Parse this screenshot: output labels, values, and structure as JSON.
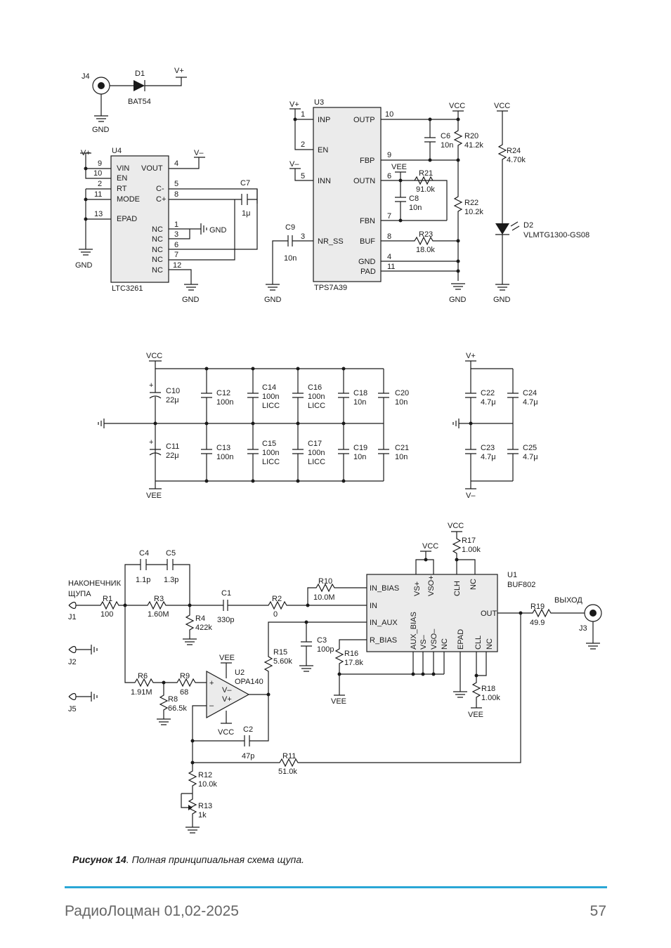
{
  "ic": {
    "u4": {
      "ref": "U4",
      "part": "LTC3261",
      "pins_left": [
        "VIN",
        "EN",
        "RT",
        "MODE",
        "EPAD"
      ],
      "pins_right": [
        "VOUT",
        "C-",
        "C+",
        "NC",
        "NC",
        "NC",
        "NC",
        "NC"
      ],
      "pin_nums_left": [
        "9",
        "10",
        "2",
        "11",
        "13"
      ],
      "pin_nums_right": [
        "4",
        "5",
        "8",
        "1",
        "3",
        "6",
        "7",
        "12"
      ]
    },
    "u3": {
      "ref": "U3",
      "part": "TPS7A39",
      "pins_left": [
        "INP",
        "EN",
        "INN",
        "NR_SS"
      ],
      "pins_right": [
        "OUTP",
        "FBP",
        "OUTN",
        "FBN",
        "BUF",
        "GND",
        "PAD"
      ],
      "pin_nums_left": [
        "1",
        "2",
        "5",
        "3"
      ],
      "pin_nums_right": [
        "10",
        "9",
        "6",
        "7",
        "8",
        "4",
        "11"
      ]
    },
    "u1": {
      "ref": "U1",
      "part": "BUF802",
      "pins_left": [
        "IN_BIAS",
        "IN",
        "IN_AUX",
        "R_BIAS"
      ],
      "pin_out": "OUT",
      "pins_top": [
        "VS+",
        "VSO+",
        "CLH",
        "NC"
      ],
      "pins_bottom": [
        "AUX_BIAS",
        "VS–",
        "VSO–",
        "NC",
        "EPAD",
        "CLL",
        "NC"
      ]
    },
    "u2": {
      "ref": "U2",
      "part": "OPA140",
      "pins": [
        "+",
        "–",
        "V–",
        "V+"
      ]
    }
  },
  "rails": {
    "vplus": "V+",
    "vminus": "V–",
    "vcc": "VCC",
    "vee": "VEE",
    "gnd": "GND"
  },
  "connectors": {
    "j4": "J4",
    "j1": "J1",
    "j2": "J2",
    "j5": "J5",
    "j3": "J3"
  },
  "labels": {
    "probe_tip_1": "НАКОНЕЧНИК",
    "probe_tip_2": "ЩУПА",
    "output": "ВЫХОД"
  },
  "parts": {
    "d1": {
      "ref": "D1",
      "value": "BAT54"
    },
    "d2": {
      "ref": "D2",
      "value": "VLMTG1300-GS08"
    },
    "c7": {
      "ref": "C7",
      "value": "1μ"
    },
    "c9": {
      "ref": "C9",
      "value": "10n"
    },
    "c6": {
      "ref": "C6",
      "value": "10n"
    },
    "c8": {
      "ref": "C8",
      "value": "10n"
    },
    "r20": {
      "ref": "R20",
      "value": "41.2k"
    },
    "r21": {
      "ref": "R21",
      "value": "91.0k"
    },
    "r22": {
      "ref": "R22",
      "value": "10.2k"
    },
    "r23": {
      "ref": "R23",
      "value": "18.0k"
    },
    "r24": {
      "ref": "R24",
      "value": "4.70k"
    },
    "c10": {
      "ref": "C10",
      "value": "22μ"
    },
    "c11": {
      "ref": "C11",
      "value": "22μ"
    },
    "c12": {
      "ref": "C12",
      "value": "100n"
    },
    "c13": {
      "ref": "C13",
      "value": "100n"
    },
    "c14": {
      "ref": "C14",
      "value": "100n",
      "note": "LICC"
    },
    "c15": {
      "ref": "C15",
      "value": "100n",
      "note": "LICC"
    },
    "c16": {
      "ref": "C16",
      "value": "100n",
      "note": "LICC"
    },
    "c17": {
      "ref": "C17",
      "value": "100n",
      "note": "LICC"
    },
    "c18": {
      "ref": "C18",
      "value": "10n"
    },
    "c19": {
      "ref": "C19",
      "value": "10n"
    },
    "c20": {
      "ref": "C20",
      "value": "10n"
    },
    "c21": {
      "ref": "C21",
      "value": "10n"
    },
    "c22": {
      "ref": "C22",
      "value": "4.7μ"
    },
    "c23": {
      "ref": "C23",
      "value": "4.7μ"
    },
    "c24": {
      "ref": "C24",
      "value": "4.7μ"
    },
    "c25": {
      "ref": "C25",
      "value": "4.7μ"
    },
    "c4": {
      "ref": "C4",
      "value": "1.1p"
    },
    "c5": {
      "ref": "C5",
      "value": "1.3p"
    },
    "r1": {
      "ref": "R1",
      "value": "100"
    },
    "r3": {
      "ref": "R3",
      "value": "1.60M"
    },
    "r4": {
      "ref": "R4",
      "value": "422k"
    },
    "c1": {
      "ref": "C1",
      "value": "330p"
    },
    "r2": {
      "ref": "R2",
      "value": "0"
    },
    "r10": {
      "ref": "R10",
      "value": "10.0M"
    },
    "c3": {
      "ref": "C3",
      "value": "100p"
    },
    "r16": {
      "ref": "R16",
      "value": "17.8k"
    },
    "r15": {
      "ref": "R15",
      "value": "5.60k"
    },
    "r17": {
      "ref": "R17",
      "value": "1.00k"
    },
    "r18": {
      "ref": "R18",
      "value": "1.00k"
    },
    "r19": {
      "ref": "R19",
      "value": "49.9"
    },
    "r6": {
      "ref": "R6",
      "value": "1.91M"
    },
    "r9": {
      "ref": "R9",
      "value": "68"
    },
    "r8": {
      "ref": "R8",
      "value": "66.5k"
    },
    "c2": {
      "ref": "C2",
      "value": "47p"
    },
    "r11": {
      "ref": "R11",
      "value": "51.0k"
    },
    "r12": {
      "ref": "R12",
      "value": "10.0k"
    },
    "r13": {
      "ref": "R13",
      "value": "1k"
    }
  },
  "caption": {
    "label": "Рисунок 14",
    "text": ". Полная принципиальная схема щупа."
  },
  "footer": {
    "journal": "РадиоЛоцман 01,02-2025",
    "page": "57"
  },
  "colors": {
    "accent_rule": "#2aa7d6",
    "ink": "#1a1a1a",
    "ic_fill": "#ebebeb",
    "footer_text": "#666666"
  }
}
